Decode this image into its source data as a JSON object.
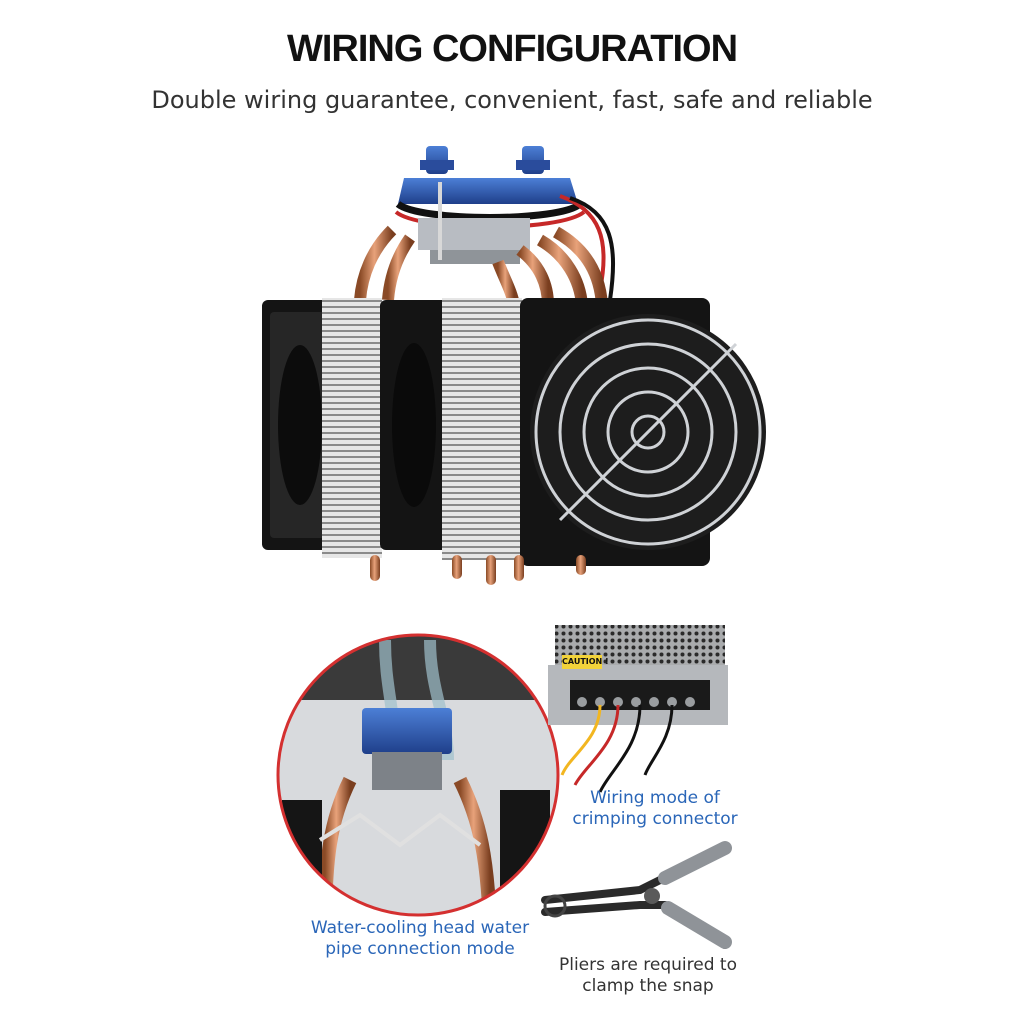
{
  "header": {
    "title": "WIRING CONFIGURATION",
    "subtitle": "Double wiring guarantee, convenient, fast, safe and reliable"
  },
  "captions": {
    "crimping_line1": "Wiring mode of",
    "crimping_line2": "crimping connector",
    "water_line1": "Water-cooling head water",
    "water_line2": "pipe connection mode",
    "pliers_line1": "Pliers are required to",
    "pliers_line2": "clamp the snap"
  },
  "psu_label": {
    "caution": "CAUTION !"
  },
  "colors": {
    "caption_blue": "#2a66b8",
    "circle_red": "#d43030",
    "copper": "#c8784a",
    "water_block_blue": "#2e5fb5"
  },
  "icons": [
    "cooler-device-illustration",
    "water-head-closeup",
    "power-supply-illustration",
    "pliers-icon"
  ]
}
